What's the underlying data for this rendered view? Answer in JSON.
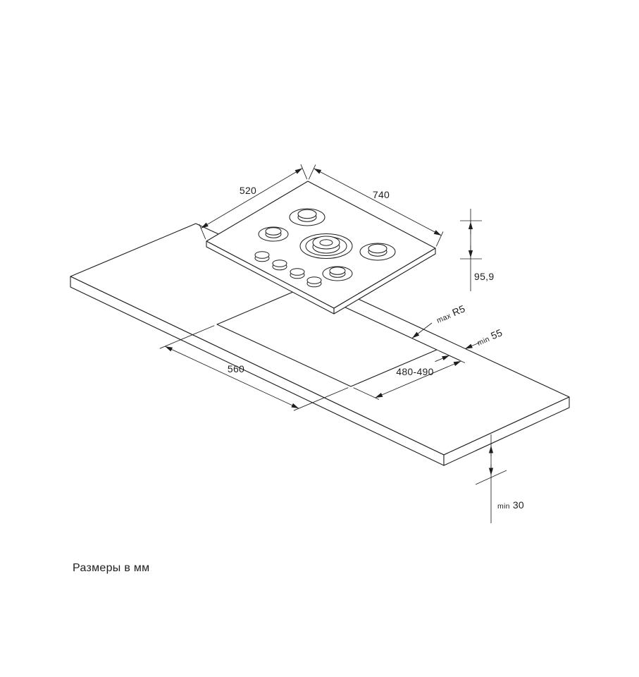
{
  "footnote": "Размеры в мм",
  "colors": {
    "line": "#1e1e1e",
    "background": "#ffffff"
  },
  "dims": {
    "hob_left_edge": "520",
    "hob_right_edge": "740",
    "hob_height": "95,9",
    "corner_radius_prefix": "max",
    "corner_radius_value": "R5",
    "rear_clearance_prefix": "min",
    "rear_clearance_value": "55",
    "cutout_length": "560",
    "cutout_width": "480-490",
    "bottom_clearance_prefix": "min",
    "bottom_clearance_value": "30"
  }
}
